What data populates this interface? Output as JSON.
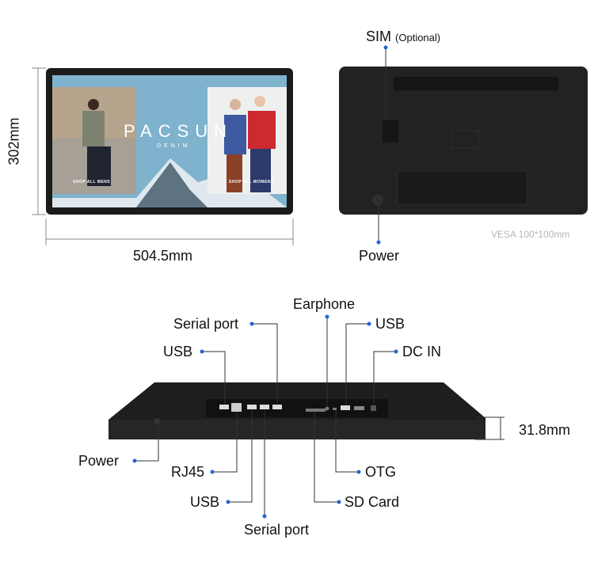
{
  "front": {
    "height_label": "302mm",
    "width_label": "504.5mm",
    "screen_content": {
      "brand": "PACSUN",
      "sub": "DENIM",
      "left_cta": "SHOP ALL MENS",
      "right_cta": "SHOP ALL WOMENS"
    }
  },
  "back": {
    "sim_label": "SIM",
    "sim_note": "(Optional)",
    "power_label": "Power",
    "vesa_label": "VESA 100*100mm"
  },
  "bottom": {
    "thickness_label": "31.8mm",
    "ports": {
      "serial_port_top": "Serial port",
      "earphone": "Earphone",
      "usb_top_right": "USB",
      "dc_in": "DC IN",
      "usb_top_left": "USB",
      "power": "Power",
      "rj45": "RJ45",
      "usb_bottom": "USB",
      "serial_port_bottom": "Serial port",
      "otg": "OTG",
      "sd_card": "SD Card"
    }
  },
  "colors": {
    "callout_dot": "#2563d6",
    "device": "#1c1c1c"
  }
}
